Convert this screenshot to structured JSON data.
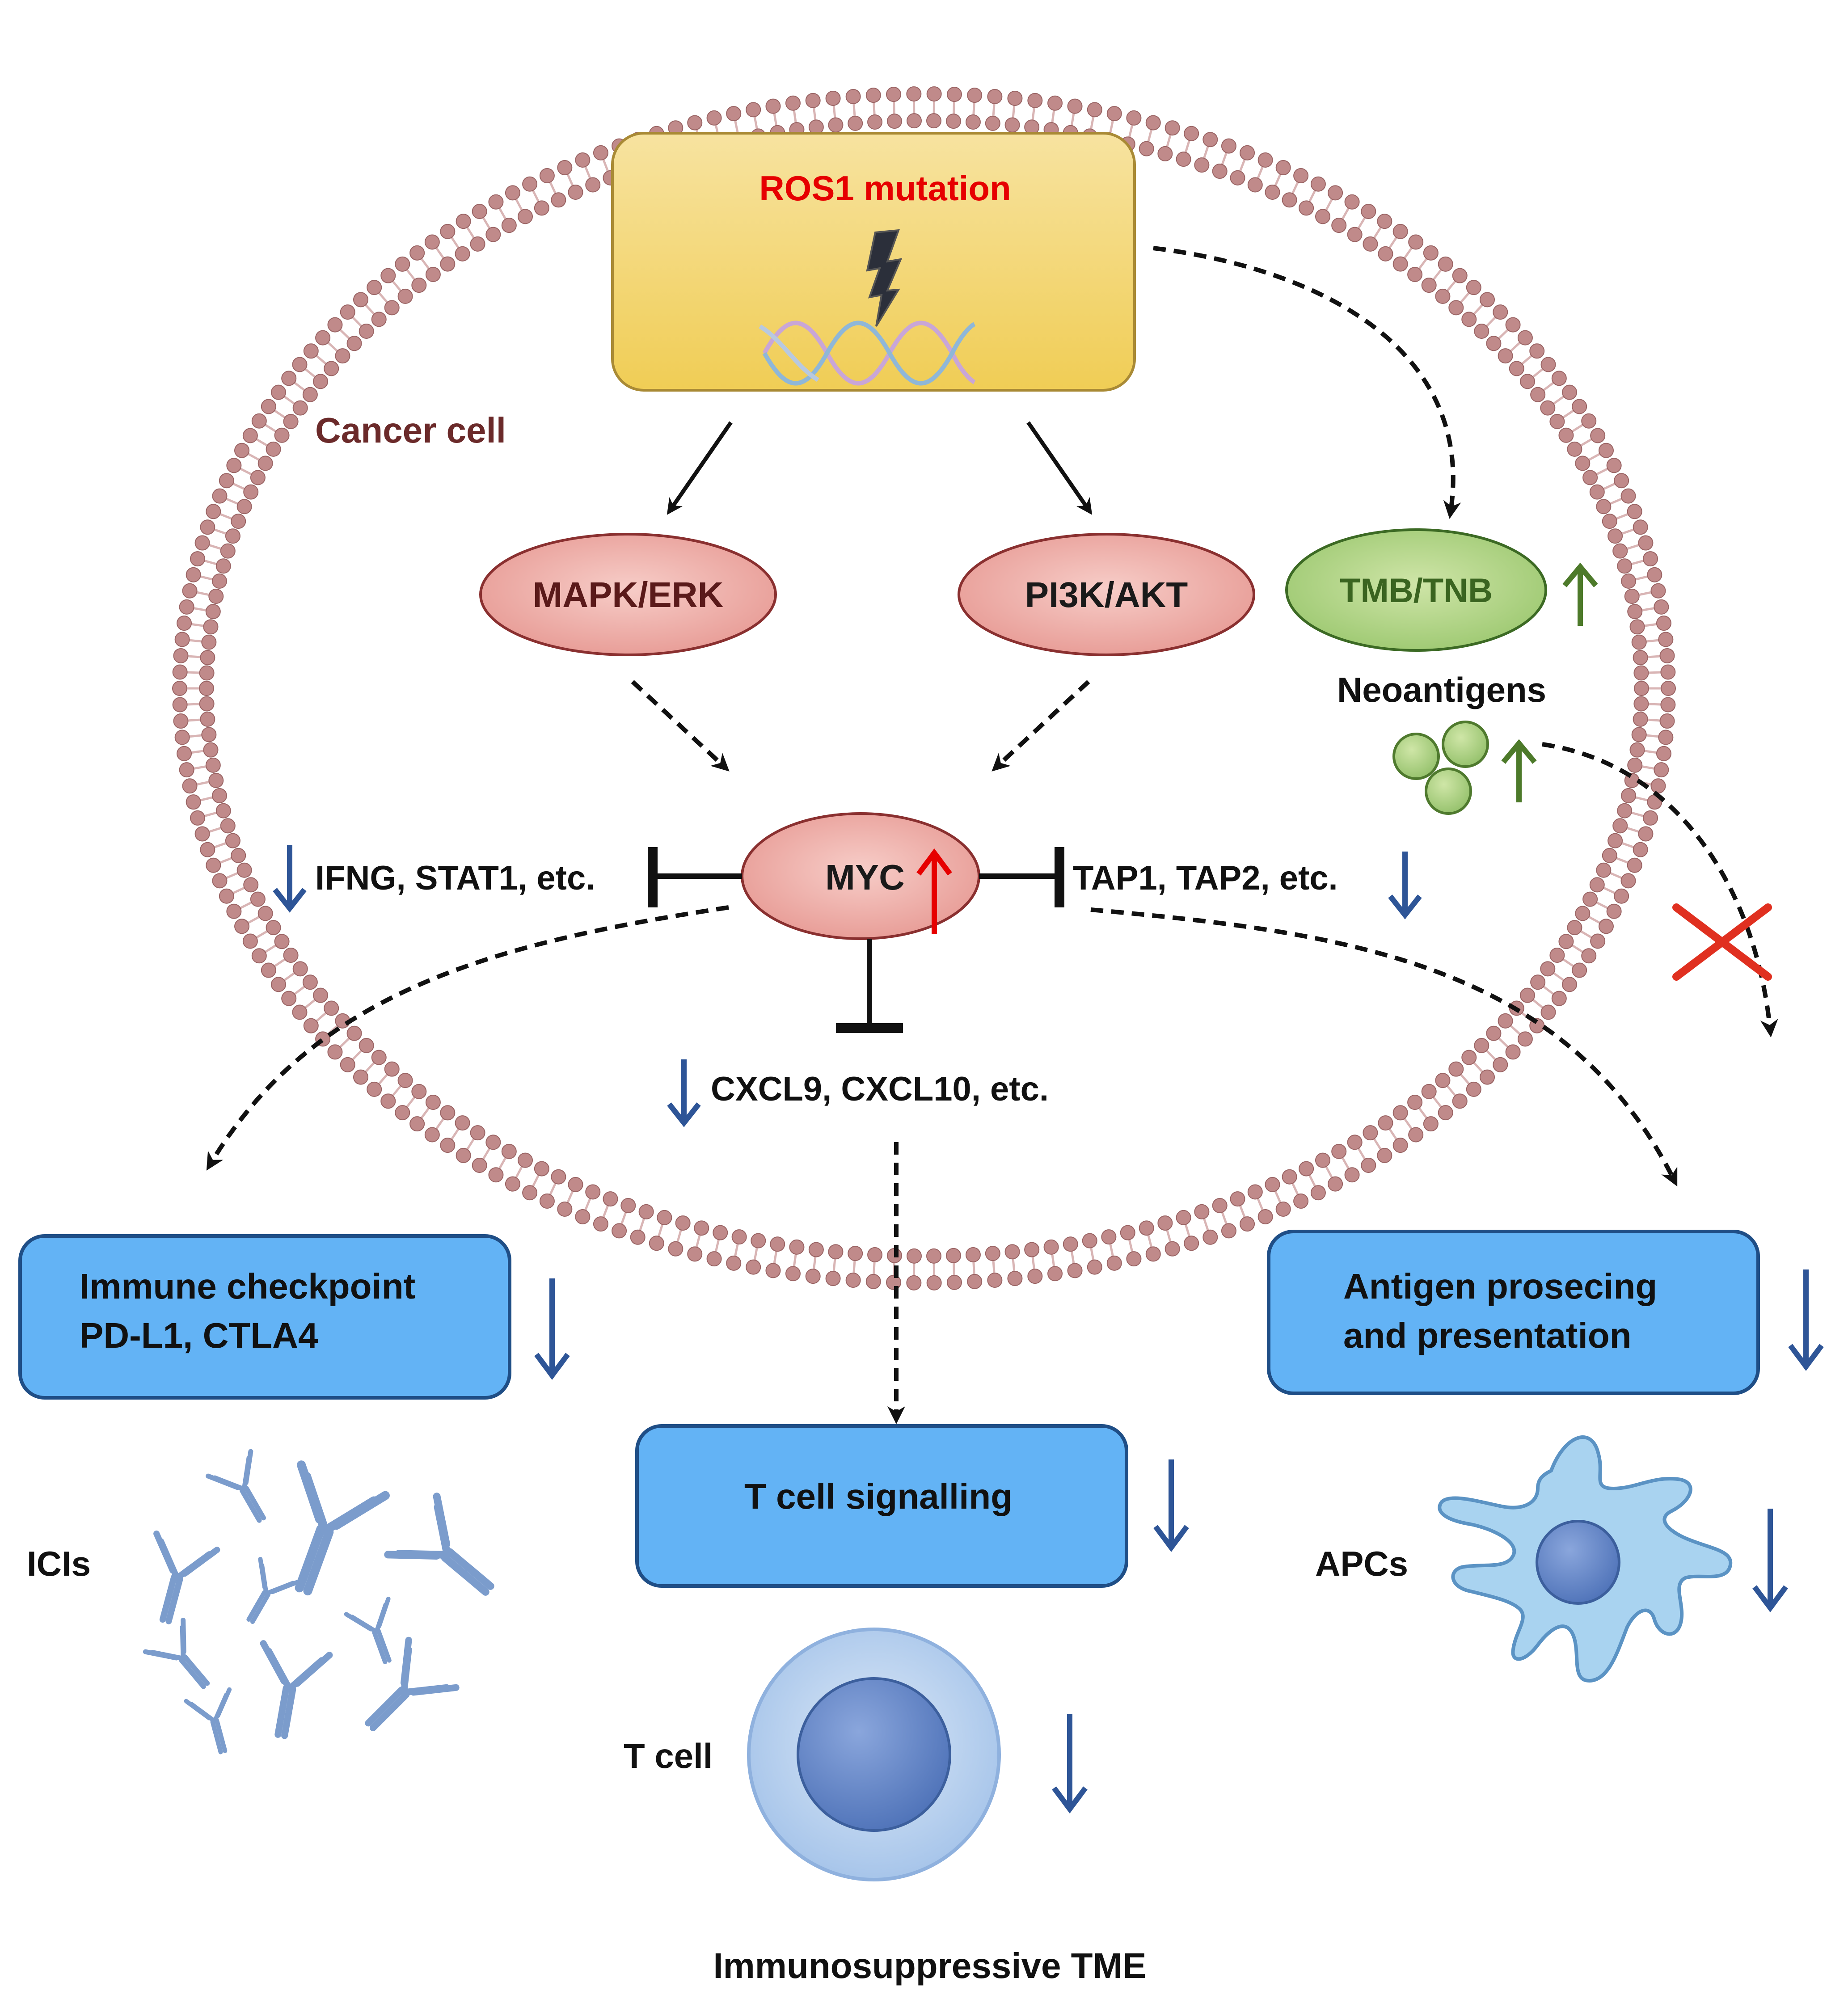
{
  "cell_label": "Cancer cell",
  "mutation_label": "ROS1 mutation",
  "pathways": {
    "left": "MAPK/ERK",
    "right": "PI3K/AKT"
  },
  "myc_label": "MYC",
  "tmb_label": "TMB/TNB",
  "neoantigens_label": "Neoantigens",
  "left_genes": "IFNG, STAT1, etc.",
  "right_genes": "TAP1, TAP2, etc.",
  "bottom_genes": "CXCL9, CXCL10, etc.",
  "boxes": {
    "checkpoint_line1": "Immune checkpoint",
    "checkpoint_line2": "PD-L1, CTLA4",
    "antigen_line1": "Antigen prosecing",
    "antigen_line2": "and presentation",
    "tcell_signalling": "T cell signalling"
  },
  "labels": {
    "icis": "ICIs",
    "apcs": "APCs",
    "tcell": "T cell",
    "footer": "Immunosuppressive TME"
  },
  "colors": {
    "membrane": "#c08a8a",
    "mutation_text": "#e60000",
    "cell_label": "#6b2a2a",
    "blue_box": "#63b3f5",
    "down_arrow": "#2e5597",
    "up_arrow_green": "#4d7a2a",
    "up_arrow_red": "#e60000",
    "inhibit_cross": "#e03020"
  }
}
